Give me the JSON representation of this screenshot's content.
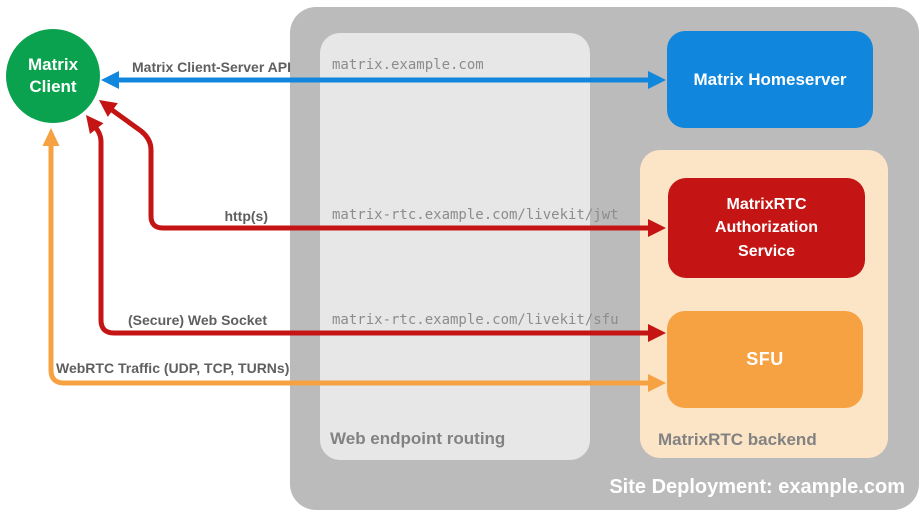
{
  "title": "Site Deployment: example.com",
  "colors": {
    "green": "#0aa24e",
    "blue": "#1086dc",
    "red": "#c41414",
    "orange": "#f7a242",
    "peach": "#fce4c6",
    "inner_gray": "#e7e7e7",
    "outer_gray": "#bbbbbb",
    "label_gray": "#5f5f5f",
    "url_gray": "#8c8c8c",
    "container_label_gray": "#828282",
    "white": "#ffffff"
  },
  "nodes": {
    "matrix_client": {
      "label": "Matrix Client",
      "color": "#0aa24e"
    },
    "matrix_homeserver": {
      "label": "Matrix Homeserver",
      "color": "#1086dc"
    },
    "auth_service": {
      "label": "MatrixRTC Authorization Service",
      "color": "#c41414"
    },
    "sfu": {
      "label": "SFU",
      "color": "#f7a242"
    }
  },
  "containers": {
    "site_deployment": {
      "label": "Site Deployment: example.com",
      "color": "#bbbbbb"
    },
    "web_endpoint_routing": {
      "label": "Web endpoint routing",
      "color": "#e7e7e7"
    },
    "matrixrtc_backend": {
      "label": "MatrixRTC backend",
      "color": "#fce4c6"
    }
  },
  "connections": [
    {
      "name": "matrix-client-server-api",
      "label": "Matrix Client-Server API",
      "endpoint": "matrix.example.com",
      "from": "Matrix Client",
      "to": "Matrix Homeserver",
      "color": "blue",
      "bidirectional": true
    },
    {
      "name": "https",
      "label": "http(s)",
      "endpoint": "matrix-rtc.example.com/livekit/jwt",
      "from": "Matrix Client",
      "to": "MatrixRTC Authorization Service",
      "color": "red",
      "bidirectional": true
    },
    {
      "name": "secure-web-socket",
      "label": "(Secure) Web Socket",
      "endpoint": "matrix-rtc.example.com/livekit/sfu",
      "from": "Matrix Client",
      "to": "SFU",
      "color": "red",
      "bidirectional": true
    },
    {
      "name": "webrtc-traffic",
      "label": "WebRTC Traffic (UDP, TCP, TURNs)",
      "from": "Matrix Client",
      "to": "SFU",
      "color": "orange",
      "bidirectional": true
    }
  ]
}
